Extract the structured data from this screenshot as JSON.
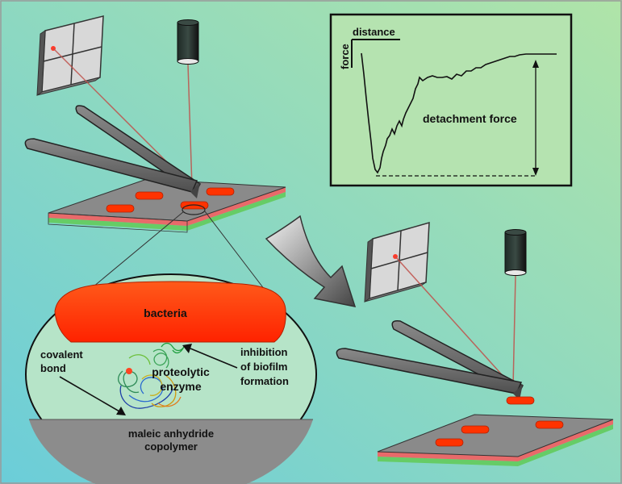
{
  "labels": {
    "distance": "distance",
    "force": "force",
    "detachment_force": "detachment force",
    "bacteria": "bacteria",
    "covalent_line1": "covalent",
    "covalent_line2": "bond",
    "inhibition_line1": "inhibition",
    "inhibition_line2": "of biofilm",
    "inhibition_line3": "formation",
    "enzyme_line1": "proteolytic",
    "enzyme_line2": "enzyme",
    "copolymer_line1": "maleic anhydride",
    "copolymer_line2": "copolymer"
  },
  "colors": {
    "background_top_right": "#a8e0a8",
    "background_bottom_left": "#6fcfd8",
    "bacteria_red": "#ff3300",
    "cantilever_gray": "#6b6b6b",
    "laser_red": "#cc2222",
    "plate_gray": "#8a8a8a",
    "layer_red": "#e87070",
    "layer_green": "#88d888"
  },
  "icons": {
    "detector": "photodiode-detector-icon",
    "laser": "laser-source-icon",
    "arrow": "curved-arrow-icon"
  }
}
